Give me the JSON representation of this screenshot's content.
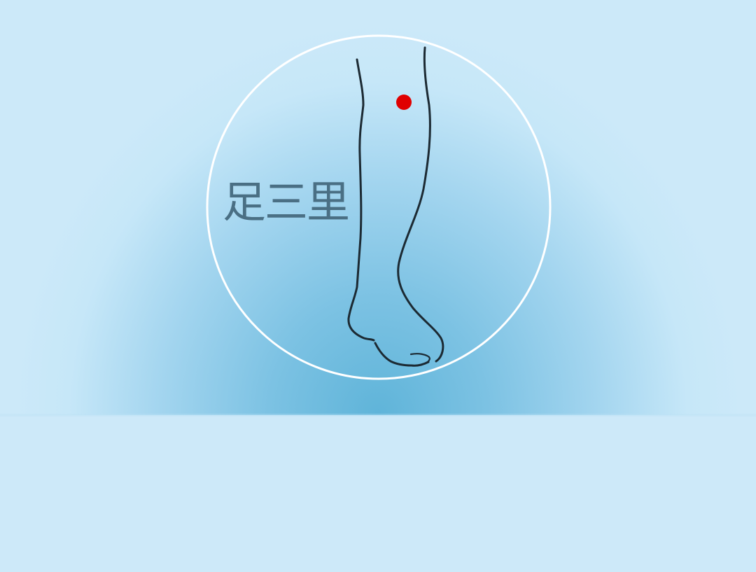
{
  "acupoint": {
    "name": "足三里",
    "marker_color": "#e00000"
  },
  "colors": {
    "background_light": "#c6e7f8",
    "background_center": "#5fb4d9",
    "circle_outline": "#ffffff",
    "leg_outline": "#1c2a33",
    "label_text": "#4a6f84"
  },
  "icons": [
    "leg-outline-illustration",
    "acupoint-marker"
  ]
}
